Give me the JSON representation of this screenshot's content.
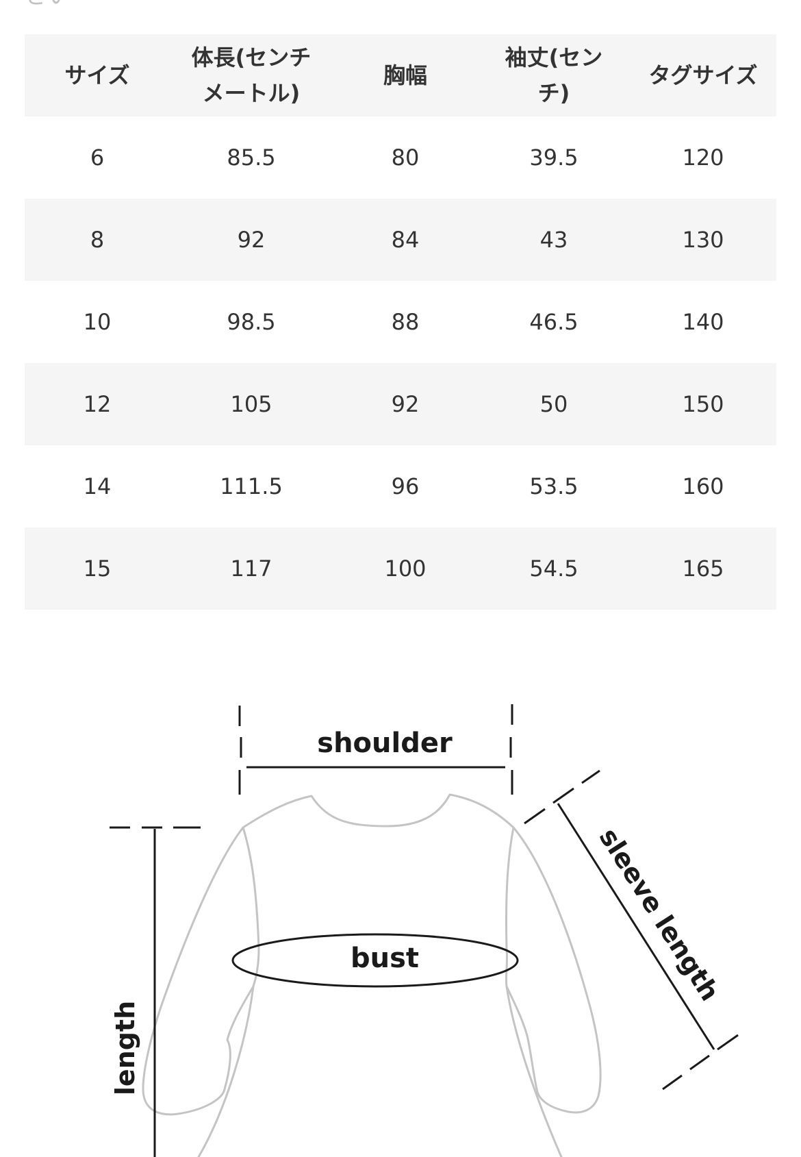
{
  "top_cut_text": "さい",
  "table": {
    "headers": [
      "サイズ",
      "体長(センチメートル)",
      "胸幅",
      "袖丈(センチ)",
      "タグサイズ"
    ],
    "rows": [
      [
        "6",
        "85.5",
        "80",
        "39.5",
        "120"
      ],
      [
        "8",
        "92",
        "84",
        "43",
        "130"
      ],
      [
        "10",
        "98.5",
        "88",
        "46.5",
        "140"
      ],
      [
        "12",
        "105",
        "92",
        "50",
        "150"
      ],
      [
        "14",
        "111.5",
        "96",
        "53.5",
        "160"
      ],
      [
        "15",
        "117",
        "100",
        "54.5",
        "165"
      ]
    ]
  },
  "diagram": {
    "labels": {
      "shoulder": "shoulder",
      "bust": "bust",
      "length": "length",
      "sleeve_length": "sleeve length"
    }
  },
  "colors": {
    "header_bg": "#f5f5f5",
    "stripe_bg": "#f5f5f5",
    "text": "#333333",
    "garment_outline": "#c4c4c4"
  }
}
